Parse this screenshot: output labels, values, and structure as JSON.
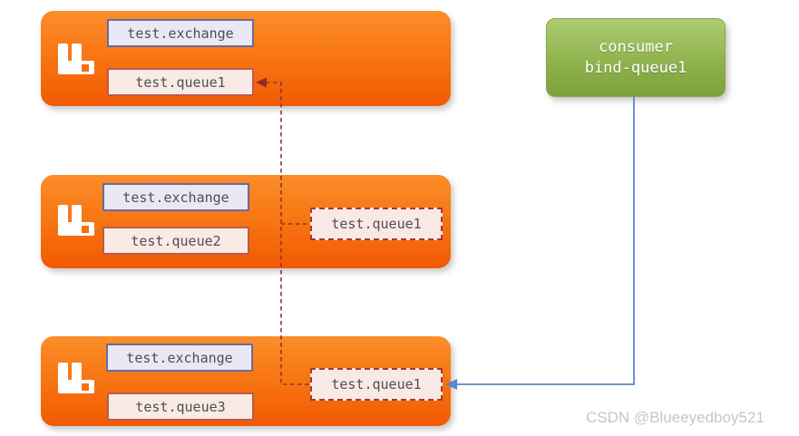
{
  "diagram": {
    "brokers": [
      {
        "exchange": "test.exchange",
        "queue": "test.queue1"
      },
      {
        "exchange": "test.exchange",
        "queue": "test.queue2",
        "ghost_queue": "test.queue1"
      },
      {
        "exchange": "test.exchange",
        "queue": "test.queue3",
        "ghost_queue": "test.queue1"
      }
    ],
    "consumer": {
      "line1": "consumer",
      "line2": "bind-queue1"
    },
    "watermark": "CSDN @Blueeyedboy521",
    "icons": {
      "broker_logo": "rabbitmq-icon"
    },
    "colors": {
      "broker_gradient_top": "#FB8E2A",
      "broker_gradient_bottom": "#F15A03",
      "consumer_gradient_top": "#AECB72",
      "consumer_gradient_bottom": "#7CA23A",
      "exchange_fill": "#EAE8F4",
      "exchange_border": "#6A6AA0",
      "queue_fill": "#F9EAE5",
      "queue_border": "#BA5B4D",
      "ghost_fill": "#F8E9E4",
      "ghost_border": "#A63A2E",
      "bind_route_line": "#963128",
      "consume_line": "#5B87C4",
      "label_text": "#4F4F4F",
      "watermark_text": "#C6C6C6"
    }
  }
}
